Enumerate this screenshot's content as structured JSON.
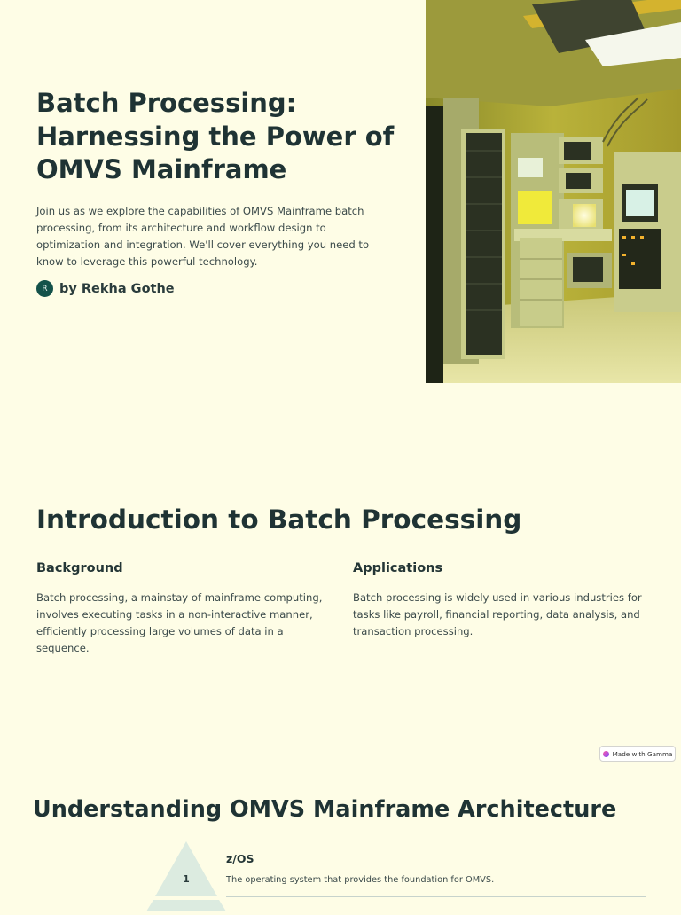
{
  "hero": {
    "title": "Batch Processing: Harnessing the Power of OMVS Mainframe",
    "description": "Join us as we explore the capabilities of OMVS Mainframe batch processing, from its architecture and workflow design to optimization and integration. We'll cover everything you need to know to leverage this powerful technology.",
    "avatar_initial": "R",
    "author": "by Rekha Gothe",
    "image_icon": "mainframe-server-room-photo"
  },
  "intro": {
    "title": "Introduction to Batch Processing",
    "columns": [
      {
        "heading": "Background",
        "text": "Batch processing, a mainstay of mainframe computing, involves executing tasks in a non-interactive manner, efficiently processing large volumes of data in a sequence."
      },
      {
        "heading": "Applications",
        "text": "Batch processing is widely used in various industries for tasks like payroll, financial reporting, data analysis, and transaction processing."
      }
    ]
  },
  "badge": {
    "label": "Made with Gamma"
  },
  "architecture": {
    "title": "Understanding OMVS Mainframe Architecture",
    "items": [
      {
        "number": "1",
        "title": "z/OS",
        "description": "The operating system that provides the foundation for OMVS."
      }
    ]
  },
  "colors": {
    "background": "#fefde6",
    "heading": "#1f3334",
    "accent": "#14524a",
    "pyramid": "#dcebe0"
  }
}
